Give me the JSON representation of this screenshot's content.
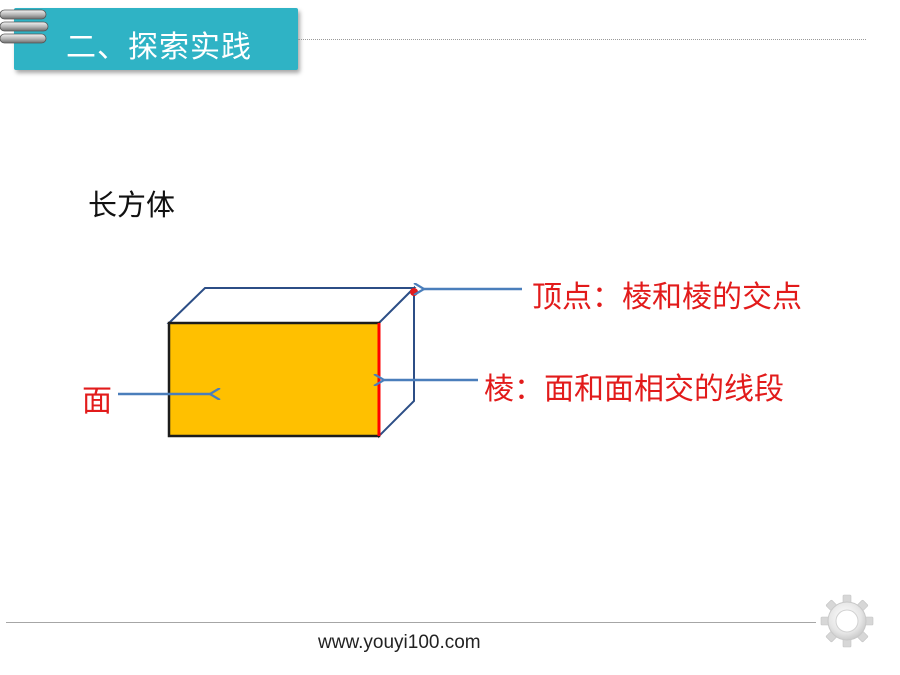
{
  "header": {
    "title": "二、探索实践"
  },
  "section": {
    "label": "长方体"
  },
  "annotations": {
    "vertex": "顶点：棱和棱的交点",
    "edge": "棱：面和面相交的线段",
    "face": "面"
  },
  "footer": {
    "url": "www.youyi100.com"
  },
  "colors": {
    "header_bg": "#2fb3c5",
    "face_fill": "#ffc000",
    "annotation_text": "#e21b1b",
    "arrow": "#4a7ebb"
  },
  "icons": [
    "binder-rings-icon",
    "gear-icon"
  ]
}
